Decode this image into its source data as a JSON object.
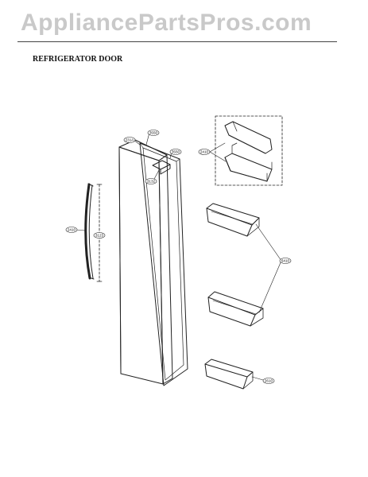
{
  "header": {
    "watermark": "AppliancePartsPros.com",
    "title": "REFRIGERATOR DOOR"
  },
  "callouts": {
    "gasket_top": "3550",
    "gasket_corner": "231A",
    "gasket_side": "3550",
    "cap": "3132",
    "handle": "2410",
    "handle_bar": "3123",
    "basket_top": "2410",
    "shelves": "6410",
    "bottom_basket": "2610"
  },
  "colors": {
    "line": "#222222",
    "watermark": "#c9c9c9"
  }
}
